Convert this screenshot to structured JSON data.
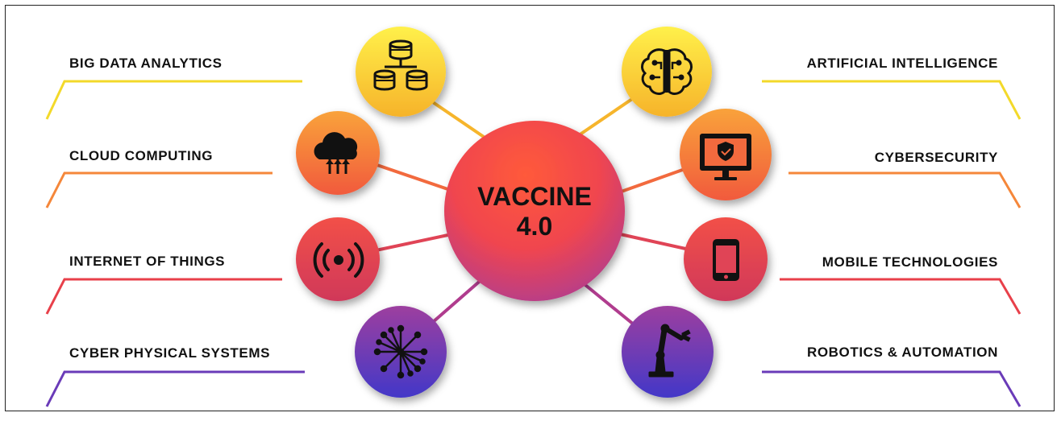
{
  "center": {
    "line1": "VACCINE",
    "line2": "4.0"
  },
  "colors": {
    "yellow": "#f3d92a",
    "orange": "#f5873a",
    "red": "#e8404a",
    "purple": "#6a3bb8",
    "center_top": "#f9852f",
    "center_bottom": "#8e3fa6"
  },
  "left_items": [
    {
      "label": "BIG DATA ANALYTICS",
      "icon": "database-network-icon"
    },
    {
      "label": "CLOUD COMPUTING",
      "icon": "cloud-computing-icon"
    },
    {
      "label": "INTERNET OF THINGS",
      "icon": "wireless-signal-icon"
    },
    {
      "label": "CYBER PHYSICAL SYSTEMS",
      "icon": "network-nodes-icon"
    }
  ],
  "right_items": [
    {
      "label": "ARTIFICIAL INTELLIGENCE",
      "icon": "brain-circuit-icon"
    },
    {
      "label": "CYBERSECURITY",
      "icon": "shield-monitor-icon"
    },
    {
      "label": "MOBILE TECHNOLOGIES",
      "icon": "smartphone-icon"
    },
    {
      "label": "ROBOTICS & AUTOMATION",
      "icon": "robot-arm-icon"
    }
  ]
}
